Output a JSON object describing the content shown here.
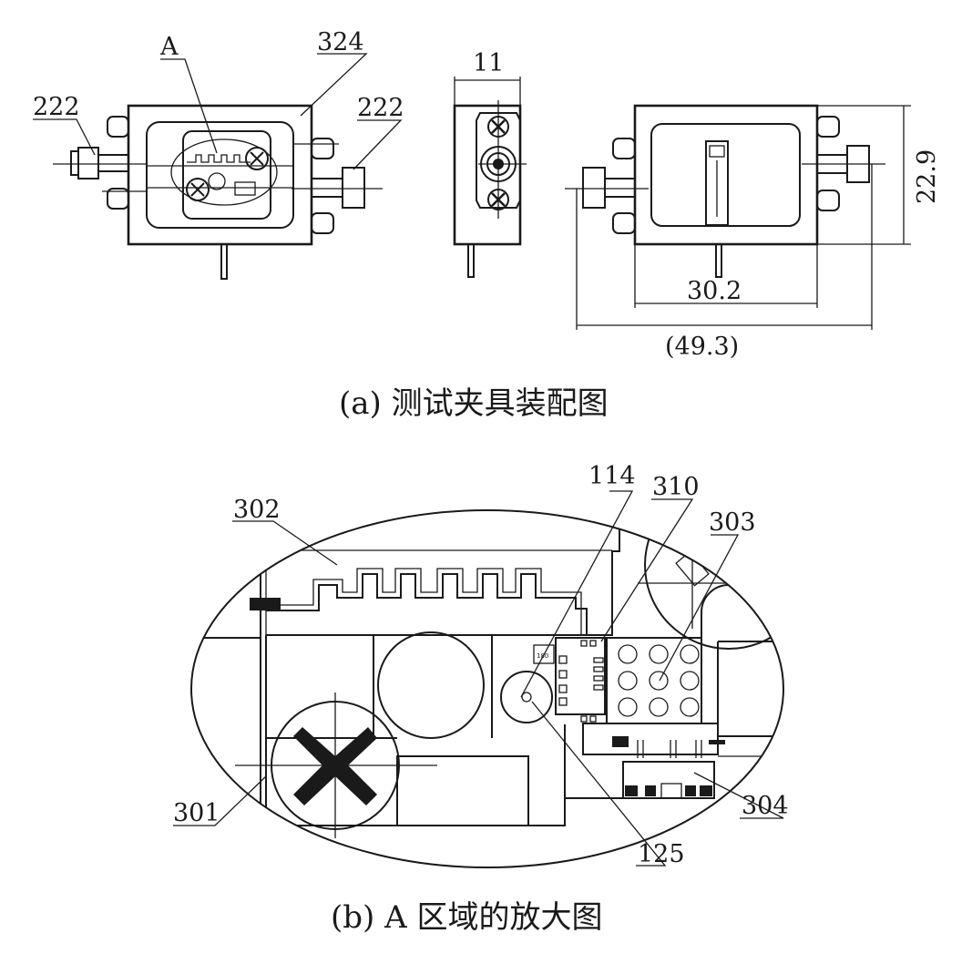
{
  "figure_a": {
    "caption": "(a) 测试夹具装配图",
    "labels": {
      "region_a": "A",
      "part_324": "324",
      "connector_left": "222",
      "connector_right": "222"
    },
    "dimensions": {
      "width_side": "11",
      "height": "22.9",
      "body_width": "30.2",
      "overall_width": "(49.3)"
    }
  },
  "figure_b": {
    "caption": "(b) A 区域的放大图",
    "labels": {
      "p114": "114",
      "p310": "310",
      "p303": "303",
      "p302": "302",
      "p301": "301",
      "p304": "304",
      "p125": "125",
      "chip": "180"
    }
  }
}
